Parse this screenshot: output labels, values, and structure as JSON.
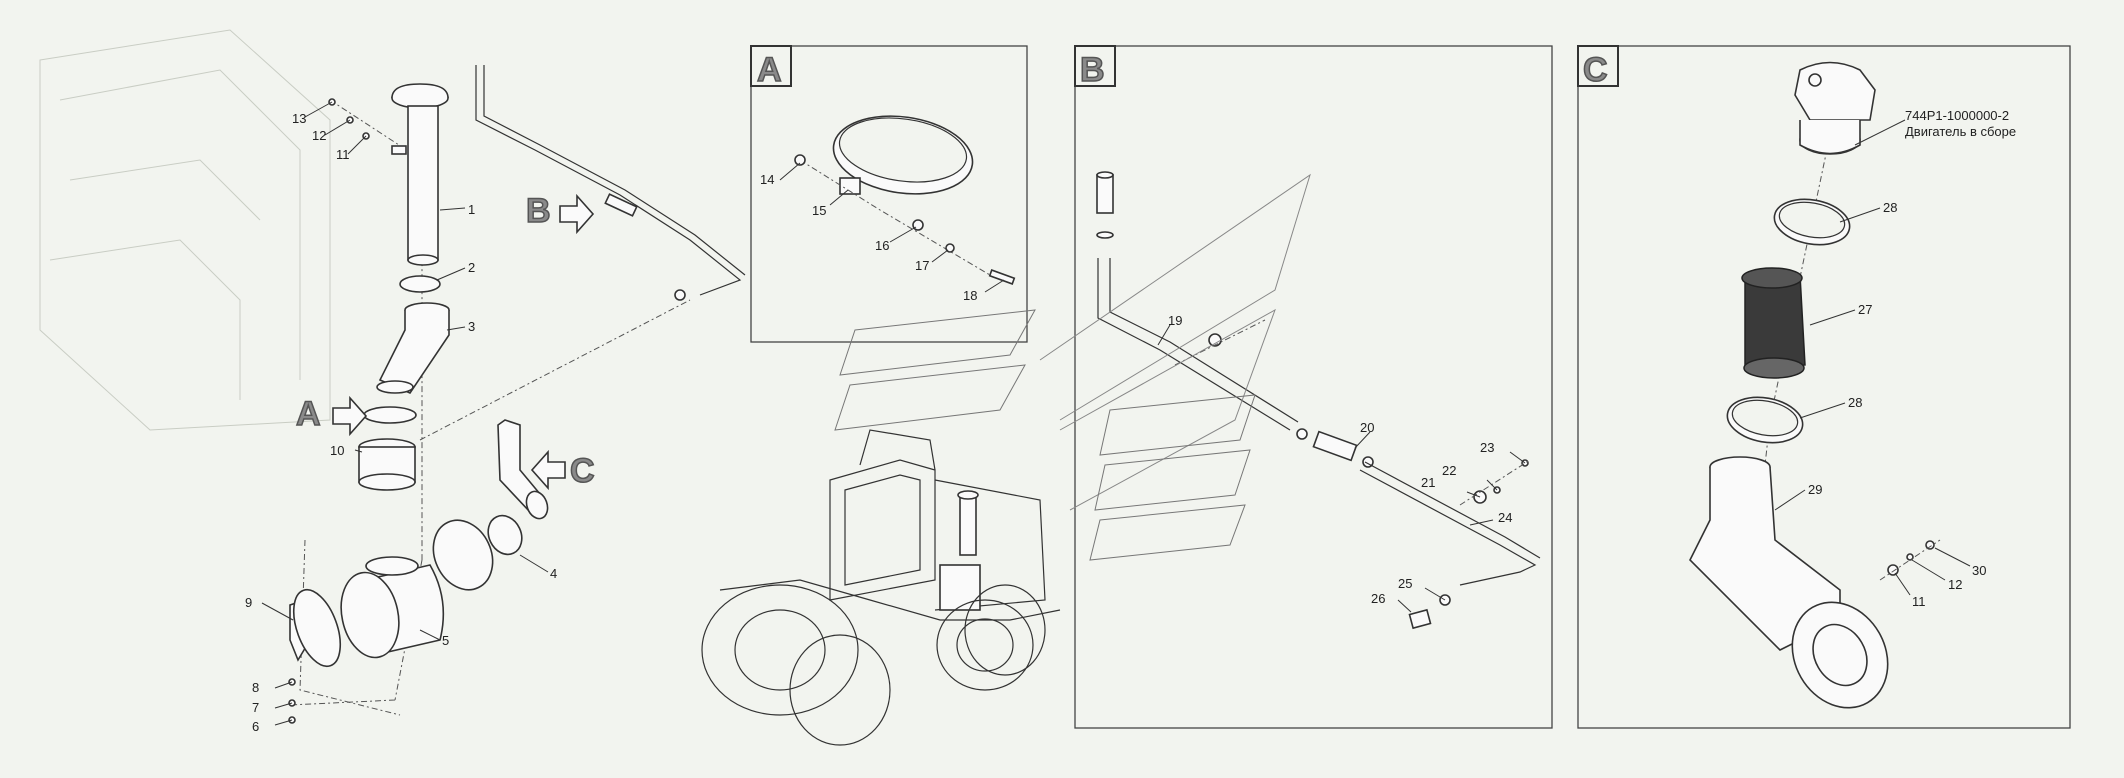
{
  "callouts": {
    "left": [
      "13",
      "12",
      "11",
      "1",
      "2",
      "3",
      "10",
      "9",
      "8",
      "7",
      "6",
      "5",
      "4"
    ],
    "a": [
      "14",
      "15",
      "16",
      "17",
      "18"
    ],
    "b": [
      "19",
      "20",
      "21",
      "22",
      "23",
      "24",
      "25",
      "26"
    ],
    "c": [
      "28",
      "27",
      "28",
      "29",
      "30",
      "12",
      "11"
    ]
  },
  "panels": {
    "a": "A",
    "b": "B",
    "c": "C"
  },
  "arrows": {
    "a": "A",
    "b": "B",
    "c": "C"
  },
  "engine": {
    "part_no": "744P1-1000000-2",
    "caption": "Двигатель в сборе"
  }
}
